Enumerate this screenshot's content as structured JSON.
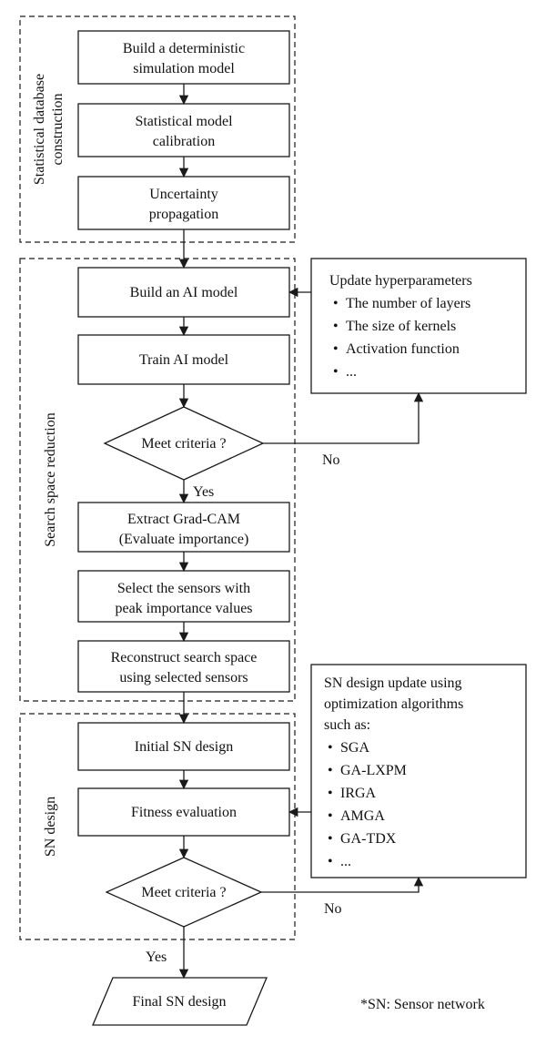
{
  "groups": {
    "g1": {
      "label_line1": "Statistical database",
      "label_line2": "construction"
    },
    "g2": {
      "label": "Search space reduction"
    },
    "g3": {
      "label": "SN design"
    }
  },
  "nodes": {
    "build_model": {
      "line1": "Build a deterministic",
      "line2": "simulation model"
    },
    "calibration": {
      "line1": "Statistical model",
      "line2": "calibration"
    },
    "propagation": {
      "line1": "Uncertainty",
      "line2": "propagation"
    },
    "build_ai": {
      "line1": "Build an AI model"
    },
    "train_ai": {
      "line1": "Train AI model"
    },
    "criteria1": {
      "line1": "Meet criteria ?"
    },
    "gradcam": {
      "line1": "Extract Grad-CAM",
      "line2": "(Evaluate importance)"
    },
    "select_sensors": {
      "line1": "Select the sensors with",
      "line2": "peak importance values"
    },
    "reconstruct": {
      "line1": "Reconstruct search space",
      "line2": "using selected sensors"
    },
    "initial_sn": {
      "line1": "Initial SN design"
    },
    "fitness": {
      "line1": "Fitness evaluation"
    },
    "criteria2": {
      "line1": "Meet criteria ?"
    },
    "final_sn": {
      "line1": "Final SN design"
    }
  },
  "side_hyper": {
    "title": "Update hyperparameters",
    "items": [
      "The number of layers",
      "The size of kernels",
      "Activation function",
      "..."
    ]
  },
  "side_opt": {
    "line1": "SN design update using",
    "line2": "optimization algorithms",
    "line3": "such as:",
    "items": [
      "SGA",
      "GA-LXPM",
      "IRGA",
      "AMGA",
      "GA-TDX",
      "..."
    ]
  },
  "edge_labels": {
    "yes1": "Yes",
    "no1": "No",
    "yes2": "Yes",
    "no2": "No"
  },
  "footnote": "*SN: Sensor network",
  "colors": {
    "stroke": "#1a1a1a",
    "background": "#ffffff",
    "text": "#111111"
  }
}
